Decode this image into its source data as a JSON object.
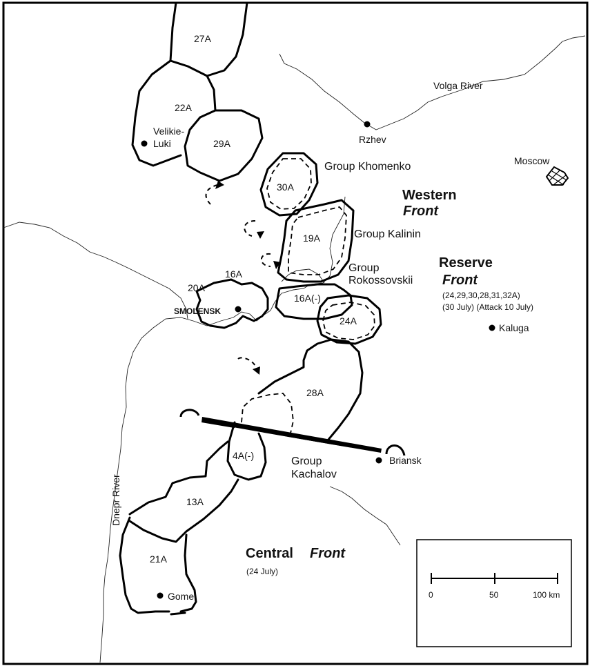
{
  "armies": {
    "a27": "27A",
    "a22": "22A",
    "a29": "29A",
    "a30": "30A",
    "a19": "19A",
    "a16": "16A",
    "a16m": "16A(-)",
    "a20": "20A",
    "a24": "24A",
    "a28": "28A",
    "a4m": "4A(-)",
    "a13": "13A",
    "a21": "21A"
  },
  "places": {
    "velikie_1": "Velikie-",
    "velikie_2": "Luki",
    "rzhev": "Rzhev",
    "moscow": "Moscow",
    "smolensk": "SMOLENSK",
    "kaluga": "Kaluga",
    "briansk": "Briansk",
    "gomel": "Gomel"
  },
  "rivers": {
    "volga": "Volga River",
    "dnepr": "Dnepr River"
  },
  "groups": {
    "khomenko": "Group Khomenko",
    "kalinin": "Group Kalinin",
    "rokossovskii_1": "Group",
    "rokossovskii_2": "Rokossovskii",
    "kachalov_1": "Group",
    "kachalov_2": "Kachalov"
  },
  "fronts": {
    "western_1": "Western",
    "western_2": "Front",
    "reserve_1": "Reserve",
    "reserve_2": "Front",
    "reserve_armies": "(24,29,30,28,31,32A)",
    "reserve_note": "(30 July) (Attack 10 July)",
    "central_1": "Central",
    "central_2": "Front",
    "central_note": "(24 July)"
  },
  "scale": {
    "tick0": "0",
    "tick50": "50",
    "tick100": "100 km"
  }
}
